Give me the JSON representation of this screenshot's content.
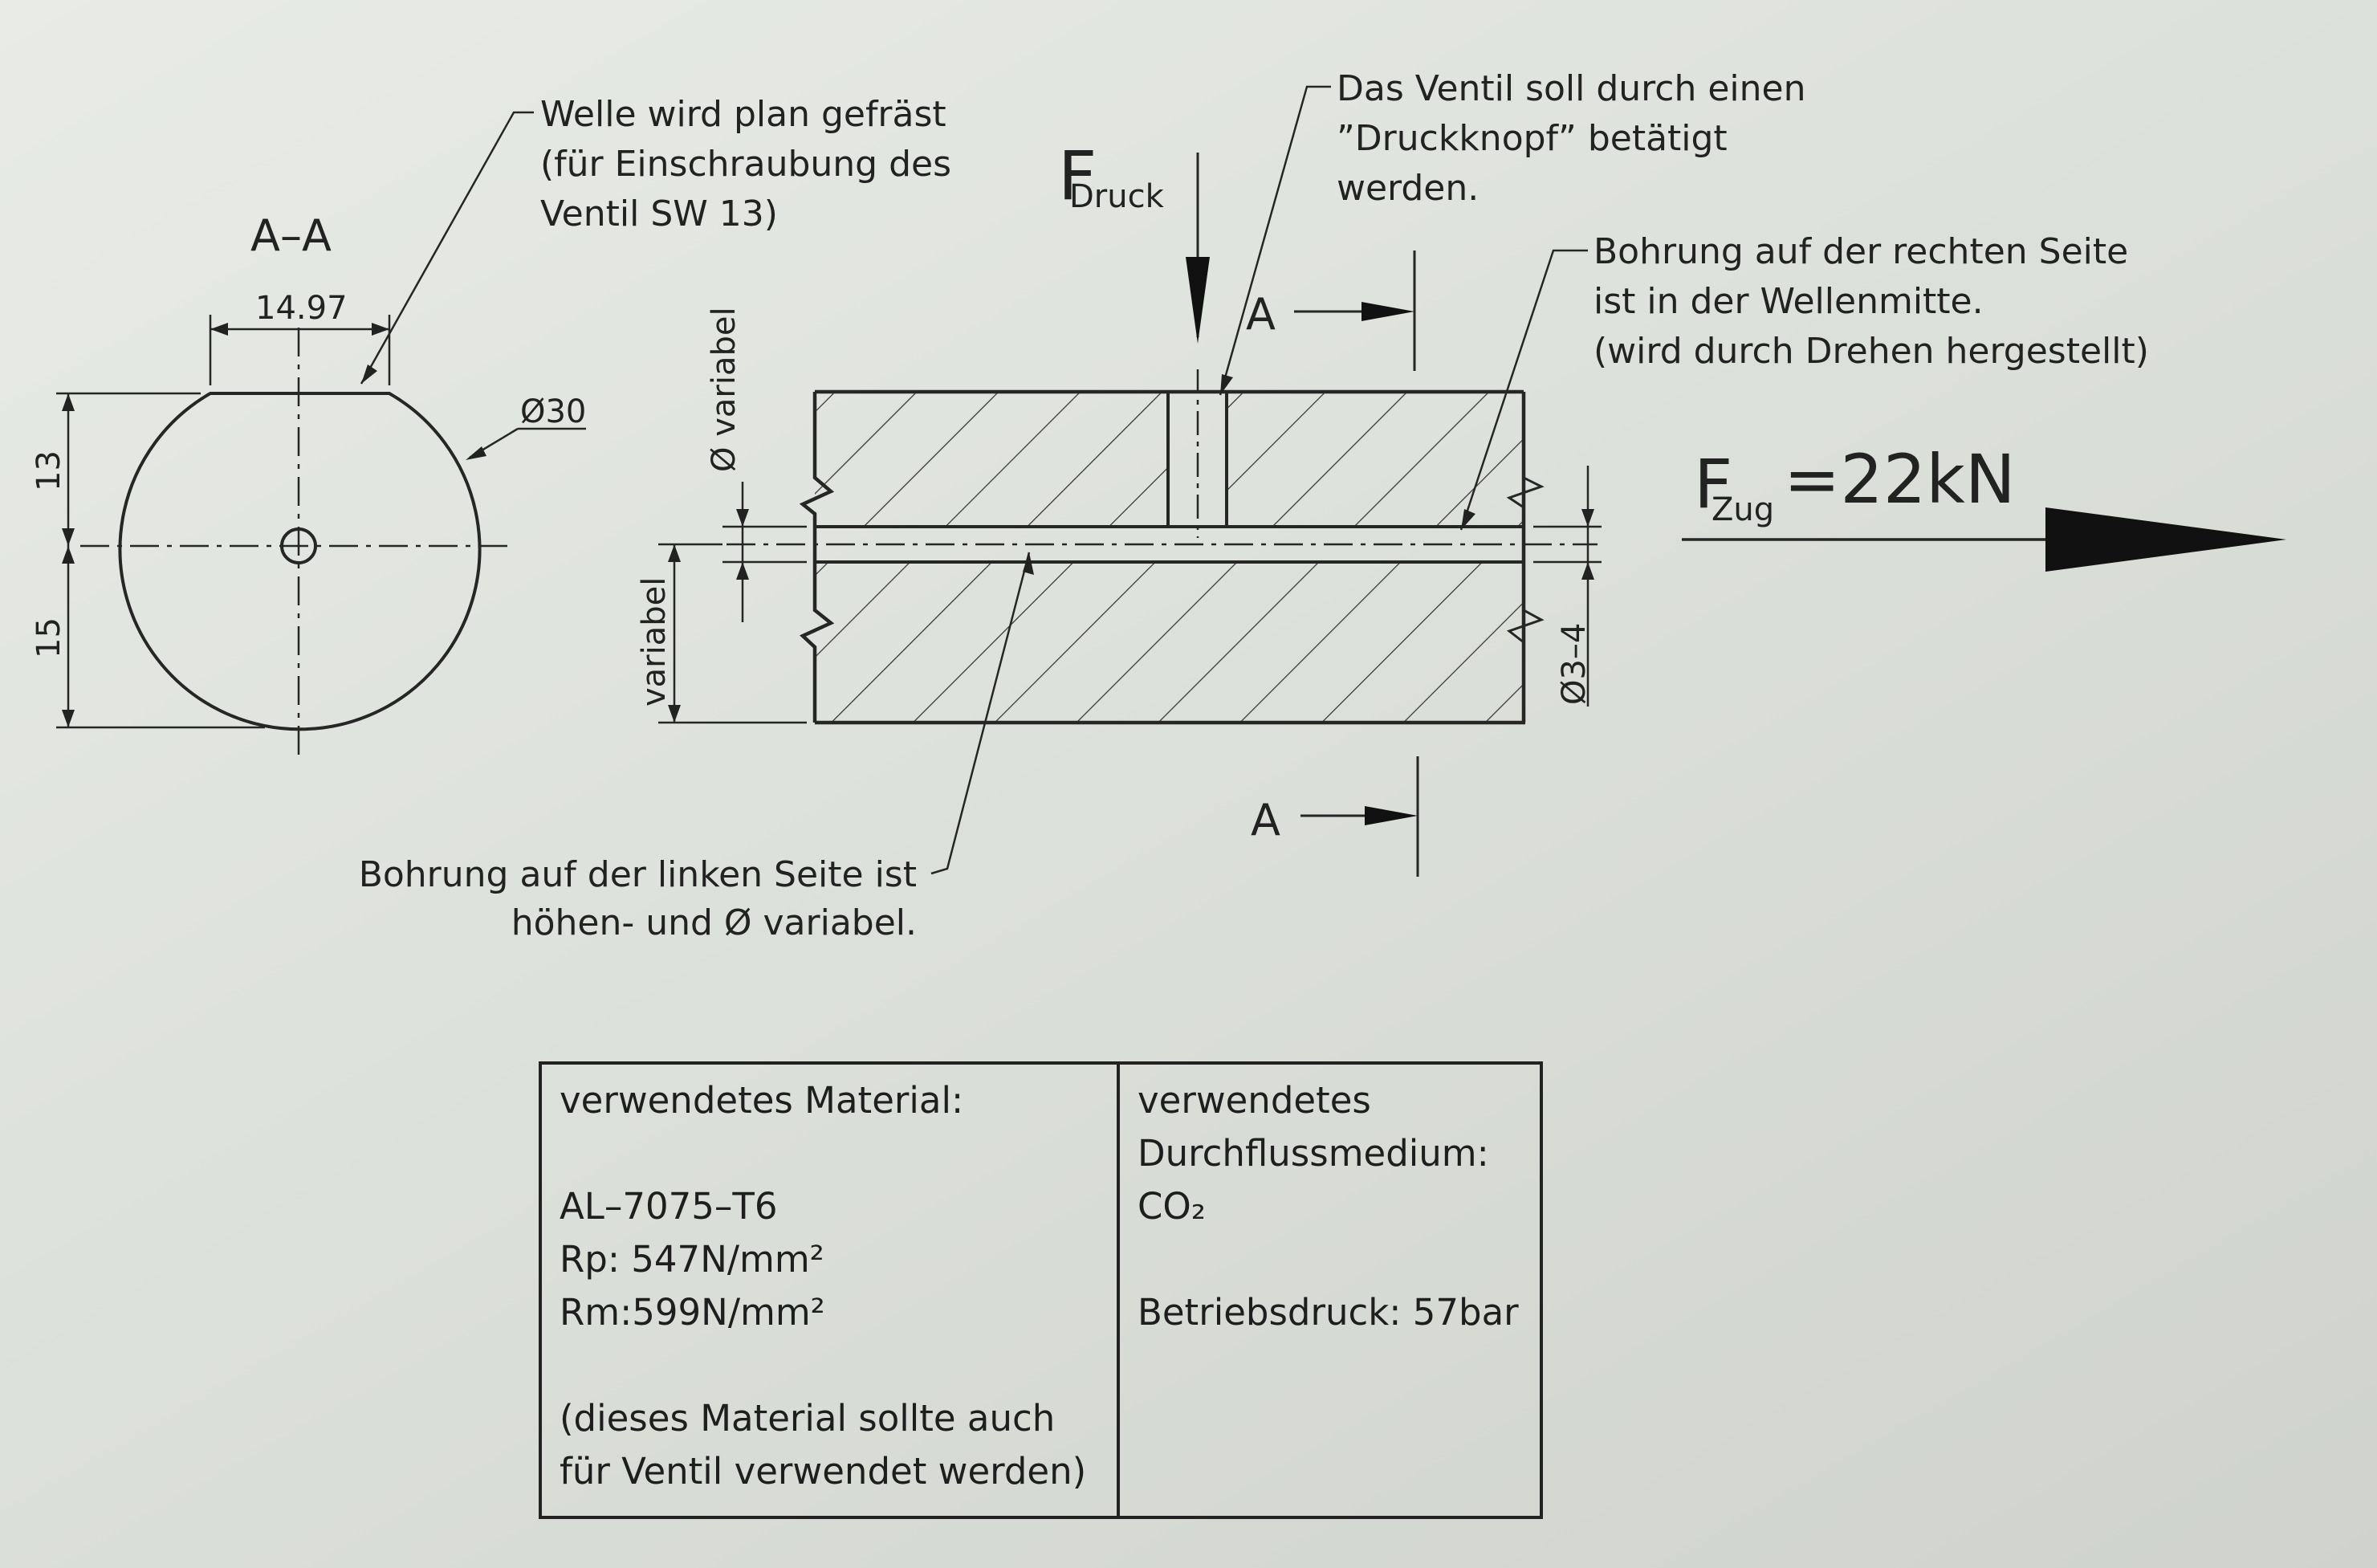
{
  "section_view": {
    "title": "A–A",
    "width_dim": "14.97",
    "diameter_dim": "Ø30",
    "upper_height": "13",
    "lower_height": "15"
  },
  "notes": {
    "flat_milled": [
      "Welle wird plan gefräst",
      "(für Einschraubung des",
      "Ventil SW 13)"
    ],
    "push_button": [
      "Das Ventil soll durch einen",
      "”Druckknopf” betätigt",
      "werden."
    ],
    "right_bore": [
      "Bohrung auf der rechten Seite",
      "ist in der Wellenmitte.",
      "(wird durch Drehen hergestellt)"
    ],
    "left_bore": [
      "Bohrung auf der linken Seite ist",
      "höhen- und Ø variabel."
    ]
  },
  "forces": {
    "push": {
      "symbol": "F",
      "subscript": "Druck"
    },
    "pull": {
      "symbol": "F",
      "subscript": "Zug",
      "value": "=22kN"
    }
  },
  "dimensions": {
    "diameter_variable": "Ø variabel",
    "height_variable": "variabel",
    "right_bore_dia": "Ø3–4"
  },
  "section_marker": "A",
  "material_table": {
    "left": "verwendetes Material:\n\nAL–7075–T6\nRp: 547N/mm²\nRm:599N/mm²\n\n(dieses Material sollte auch\nfür Ventil verwendet werden)",
    "right": "verwendetes\nDurchflussmedium:\nCO₂\n\nBetriebsdruck: 57bar"
  }
}
